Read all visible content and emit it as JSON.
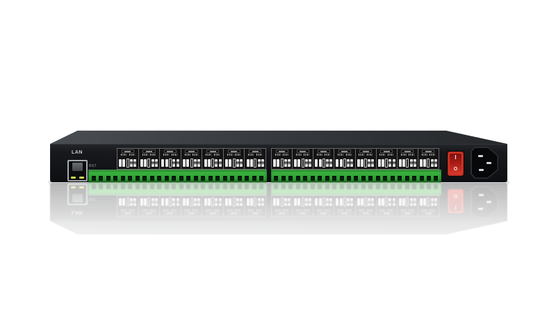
{
  "labels": {
    "lan": "LAN",
    "reset": "RST",
    "switch_on": "I",
    "switch_off": "O"
  },
  "colors": {
    "terminal_green": "#2fa434",
    "switch_red": "#d43527",
    "chassis_black": "#131518",
    "led_yellow_green": "#ccd94f"
  },
  "terminal_strip": {
    "left_group_count": 7,
    "right_group_count": 8,
    "screws_per_group": 5,
    "left_hole_count": 24,
    "right_hole_count": 23
  }
}
